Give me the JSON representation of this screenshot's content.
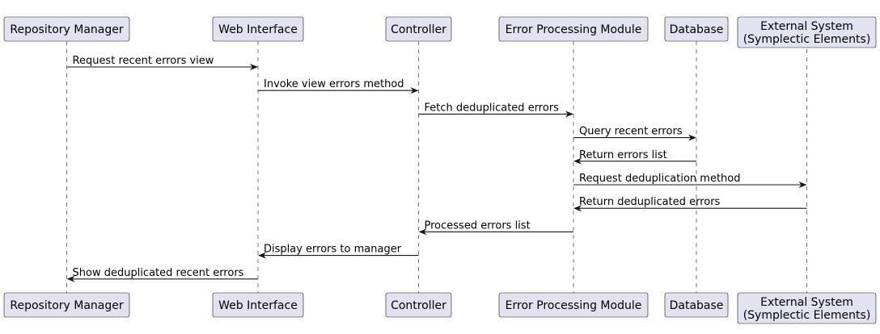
{
  "diagram": {
    "type": "sequence",
    "participants": [
      {
        "id": "manager",
        "label": [
          "Repository Manager"
        ]
      },
      {
        "id": "web",
        "label": [
          "Web Interface"
        ]
      },
      {
        "id": "controller",
        "label": [
          "Controller"
        ]
      },
      {
        "id": "epm",
        "label": [
          "Error Processing Module"
        ]
      },
      {
        "id": "db",
        "label": [
          "Database"
        ]
      },
      {
        "id": "ext",
        "label": [
          "External System",
          "(Symplectic Elements)"
        ]
      }
    ],
    "messages": [
      {
        "from": "manager",
        "to": "web",
        "text": "Request recent errors view"
      },
      {
        "from": "web",
        "to": "controller",
        "text": "Invoke view errors method"
      },
      {
        "from": "controller",
        "to": "epm",
        "text": "Fetch deduplicated errors"
      },
      {
        "from": "epm",
        "to": "db",
        "text": "Query recent errors"
      },
      {
        "from": "db",
        "to": "epm",
        "text": "Return errors list"
      },
      {
        "from": "epm",
        "to": "ext",
        "text": "Request deduplication method"
      },
      {
        "from": "ext",
        "to": "epm",
        "text": "Return deduplicated errors"
      },
      {
        "from": "epm",
        "to": "controller",
        "text": "Processed errors list"
      },
      {
        "from": "controller",
        "to": "web",
        "text": "Display errors to manager"
      },
      {
        "from": "web",
        "to": "manager",
        "text": "Show deduplicated recent errors"
      }
    ]
  }
}
